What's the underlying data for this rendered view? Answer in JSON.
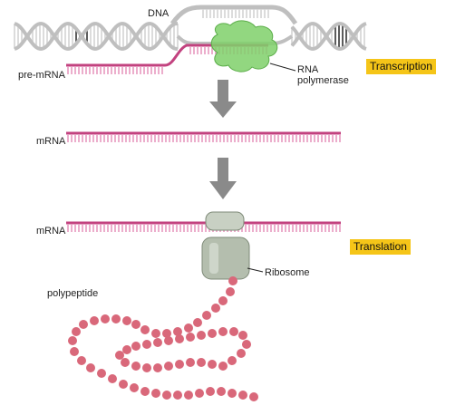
{
  "labels": {
    "dna": "DNA",
    "pre_mrna": "pre-mRNA",
    "rna_polymerase": "RNA\npolymerase",
    "mrna_1": "mRNA",
    "mrna_2": "mRNA",
    "ribosome": "Ribosome",
    "polypeptide": "polypeptide"
  },
  "stages": {
    "transcription": "Transcription",
    "translation": "Translation"
  },
  "colors": {
    "mrna": "#c2427f",
    "mrna_teeth": "#e79ac0",
    "dna_strand": "#bfbfbf",
    "dna_dark": "#333333",
    "polymerase": "#7fd06a",
    "ribosome": "#b9c3b3",
    "bead": "#d9687a",
    "arrow": "#8a8a8a",
    "badge": "#f5c518"
  },
  "icons": [
    "dna-helix-icon",
    "rna-polymerase-blob-icon",
    "ribosome-icon",
    "amino-acid-bead-icon",
    "down-arrow-icon"
  ]
}
